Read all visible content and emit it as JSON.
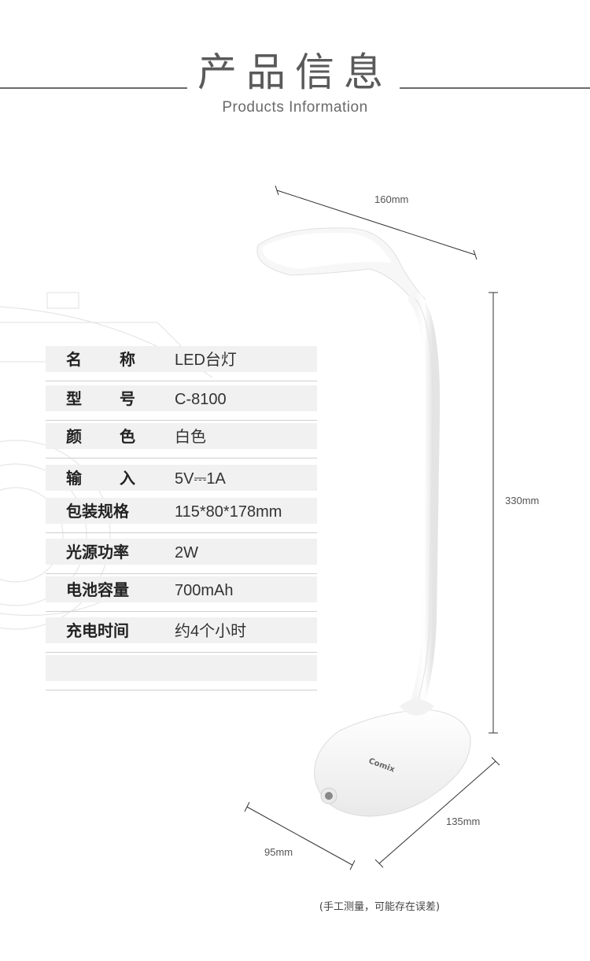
{
  "header": {
    "title_cn": "产品信息",
    "title_en": "Products Information"
  },
  "specs": [
    {
      "label": "名称",
      "value": "LED台灯"
    },
    {
      "label": "型号",
      "value": "C-8100"
    },
    {
      "label": "颜色",
      "value": "白色"
    },
    {
      "label": "输入",
      "value": "5V⎓1A"
    },
    {
      "label": "包装规格",
      "value": "115*80*178mm"
    },
    {
      "label": "光源功率",
      "value": "2W"
    },
    {
      "label": "电池容量",
      "value": "700mAh"
    },
    {
      "label": "充电时间",
      "value": "约4个小时"
    },
    {
      "label": "",
      "value": ""
    }
  ],
  "dimensions": {
    "width": "160mm",
    "height": "330mm",
    "base_depth": "135mm",
    "base_width": "95mm"
  },
  "product": {
    "brand": "Comix"
  },
  "note": "(手工测量，可能存在误差)"
}
